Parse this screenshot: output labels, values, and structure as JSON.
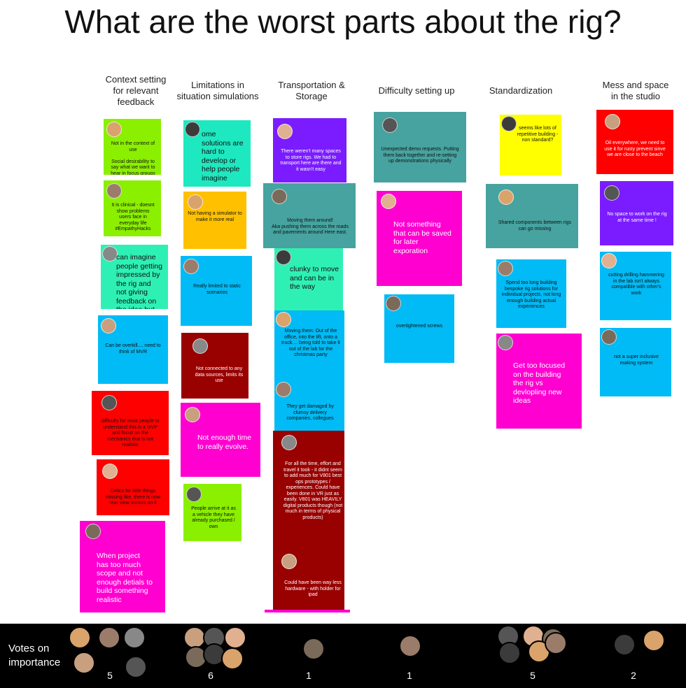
{
  "title": "What are the worst parts about the rig?",
  "columns": [
    {
      "header": "Context setting\nfor relevant\nfeedback"
    },
    {
      "header": "Limitations in\nsituation simulations"
    },
    {
      "header": "Transportation &\nStorage"
    },
    {
      "header": "Difficulty setting up"
    },
    {
      "header": "Standardization"
    },
    {
      "header": "Mess and space\nin the studio"
    }
  ],
  "notes": {
    "c1n1": "Not in the context of use\n\nSocial desirability to say what we want to hear in focus groups",
    "c1n2": "It is clinical - doesnt show problems users face in everyday life\n#EmpathyHacks",
    "c1n3": "can imagine people getting impressed by the rig and not giving feedback on the idea but the exicution",
    "c1n4": "Can be overkill.... need to think of MVR",
    "c1n5": "difficulty for most people to understand this is a MVP and focus on the mechanics that is not realistic",
    "c1n6": "Critics for little things missing like, there is now rear view mirrors on it",
    "c1n7": "When project has too much scope and not enough detials to build something realistic",
    "c2n1": "ome solutions are hard to develop or help people imagine",
    "c2n2": "Not having a simulator to make it more real",
    "c2n3": "Really limited to static scenarios",
    "c2n4": "Not connected to any data sources, limits its use",
    "c2n5": "Not enough time to really evolve.",
    "c2n6": "People arrive at it as a vehicle they have already purchased / own",
    "c3n1": "There weren't many spaces to store rigs. We had to transport here are there and it wasn't easy",
    "c3n2": "Moving them around!\nAka pushing them across the roads and pavements around Here east.",
    "c3n3": "clunky to move and can be in the way",
    "c3n4": "Moving them: Out of the office, into the lift, onto a truck.... being told to take it out of the lab for the christmas party",
    "c3n5": "They get damaged by clumsy delivery companies, collegues",
    "c3n6": "For all the time, effort and travel it took - it didnt seem to add much for V801 best ops prototypes / experiences. Could have been done in VR just as easily. V801 was HEAVILY digital products though (not much in terms of physical products)",
    "c3n7": "Could have been way less hardware - with holder for ipad",
    "c4n1": "Unexpected demo requests. Putting them back together and re-setting up demonstrations physically",
    "c4n2": "Not something that can be saved for later exporation",
    "c4n3": "overtightened screws",
    "c5n1": "seems like lots of repetitive building - non standard?",
    "c5n2": "Shared components between rigs can go missing",
    "c5n3": "Spend too long building bespoke rig solutions for individual projects, not long enough building actual experiences",
    "c5n4": "Get too focused on the building the rig vs devlopling new ideas",
    "c6n1": "Oil everywhere, we need to use it for rusty prevent sinve we are close to the beach",
    "c6n2": "No space to work on the rig at the same time !",
    "c6n3": "cutting drilling hammering in the lab isn't always compatible with other's work",
    "c6n4": "not a super inclusive making system"
  },
  "colors": {
    "green": "#8bf000",
    "teal": "#1ee8c0",
    "mint": "#2ff0b4",
    "cyan": "#00bbf5",
    "red": "#ff0000",
    "magenta": "#ff00d0",
    "purple": "#7a1cff",
    "darkred": "#990000",
    "slate": "#46a3a0",
    "orange": "#ffc000",
    "yellow": "#ffff00"
  },
  "votes": {
    "label": "Votes on\nimportance",
    "counts": [
      "5",
      "6",
      "1",
      "1",
      "5",
      "2"
    ]
  }
}
